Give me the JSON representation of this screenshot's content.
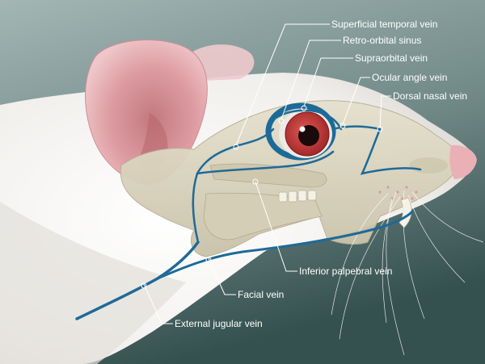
{
  "colors": {
    "background_top": "#9aaeac",
    "background_bottom": "#3a5453",
    "fur": "#f3f1ef",
    "ear_inner": "#d9959b",
    "skull": "#ddd7c2",
    "vein": "#1d6a98",
    "iris": "#c83b3a",
    "nose": "#eab3b8",
    "label_text": "#ffffff",
    "leader_line": "#ffffff"
  },
  "labels": {
    "superficial_temporal_vein": "Superficial temporal vein",
    "retro_orbital_sinus": "Retro-orbital sinus",
    "supraorbital_vein": "Supraorbital vein",
    "ocular_angle_vein": "Ocular angle vein",
    "dorsal_nasal_vein": "Dorsal nasal vein",
    "inferior_palpebral_vein": "Inferior palpebral vein",
    "facial_vein": "Facial vein",
    "external_jugular_vein": "External jugular vein"
  }
}
